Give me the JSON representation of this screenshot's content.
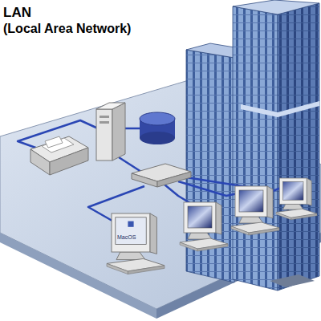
{
  "diagram": {
    "title": "LAN",
    "labels": [
      "(Local Area Network)",
      "MacOS"
    ]
  }
}
